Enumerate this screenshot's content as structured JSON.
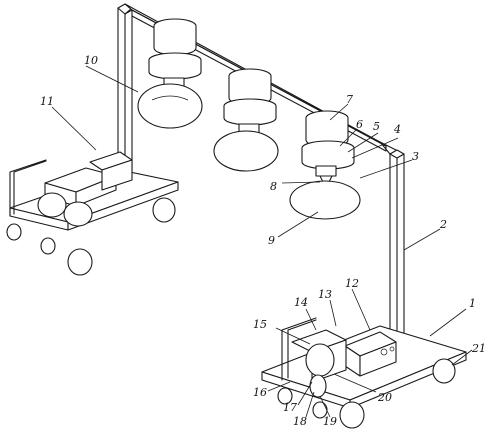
{
  "figure": {
    "part_numbers": [
      "1",
      "2",
      "3",
      "4",
      "5",
      "6",
      "7",
      "8",
      "9",
      "10",
      "11",
      "12",
      "13",
      "14",
      "15",
      "16",
      "17",
      "18",
      "19",
      "20",
      "21"
    ]
  }
}
